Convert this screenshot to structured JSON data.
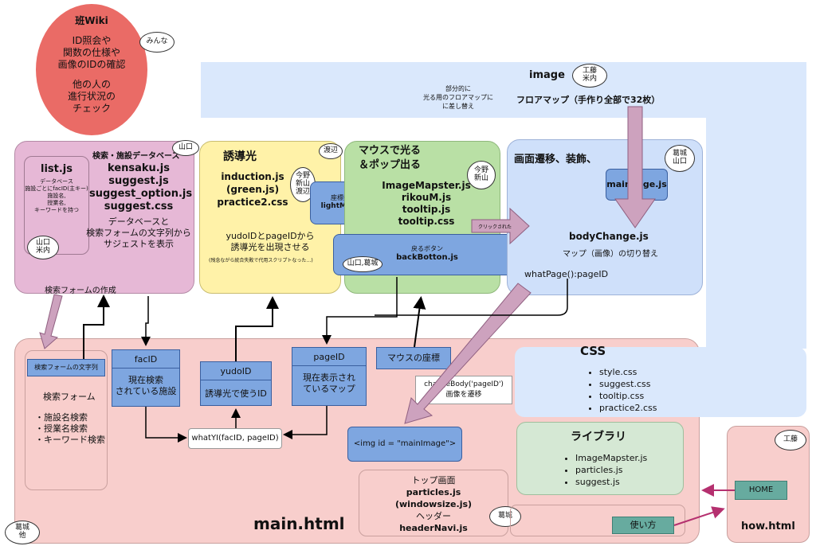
{
  "wiki": {
    "title": "班Wiki",
    "lines": [
      "ID照会や",
      "関数の仕様や",
      "画像のIDの確認",
      "",
      "他の人の",
      "進行状況の",
      "チェック"
    ],
    "owner": "みんな"
  },
  "image": {
    "title": "image",
    "owner": [
      "工藤",
      "米内"
    ],
    "floormap": "フロアマップ（手作り全部で32枚）",
    "note": [
      "部分的に",
      "光る用のフロアマップに",
      "に差し替え"
    ]
  },
  "search": {
    "title": "検索・施設データベース",
    "owner": "山口",
    "files": [
      "kensaku.js",
      "suggest.js",
      "suggest_option.js",
      "suggest.css"
    ],
    "desc": [
      "データベースと",
      "検索フォームの文字列から",
      "サジェストを表示"
    ],
    "footer": "検索フォームの作成"
  },
  "listjs": {
    "title": "list.js",
    "desc": [
      "データベース",
      "施設ごとにfacID(主キー)",
      "施設名,",
      "授業名,",
      "キーワードを持つ"
    ],
    "owner": [
      "山口",
      "米内"
    ]
  },
  "induction": {
    "title": "誘導光",
    "owner": "渡辺",
    "files": [
      "induction.js",
      "(green.js)",
      "practice2.css"
    ],
    "desc": [
      "yudoIDとpageIDから",
      "誘導光を出現させる"
    ],
    "note": "(残念ながら統合失敗で代用スクリプトなった…)"
  },
  "lightmap": {
    "label": "座標指定",
    "file": "lightMap.js",
    "owner": [
      "今野",
      "新山",
      "渡辺"
    ]
  },
  "glow": {
    "title": [
      "マウスで光る",
      "＆ポップ出る"
    ],
    "owner": [
      "今野",
      "新山"
    ],
    "files": [
      "ImageMapster.js",
      "rikouM.js",
      "tooltip.js",
      "tooltip.css"
    ]
  },
  "back": {
    "label": "戻るボタン",
    "file": "backBotton.js",
    "owner": "山口,葛城"
  },
  "click": {
    "label": "クリックされた"
  },
  "transition": {
    "title": "画面遷移、装飾、",
    "owner": [
      "葛城",
      "山口"
    ],
    "mainpage": "mainPage.js",
    "file": "bodyChange.js",
    "desc": "マップ（画像）の切り替え",
    "func": "whatPage():pageID"
  },
  "main": {
    "title": "main.html",
    "owner": [
      "葛城",
      "他"
    ]
  },
  "form": {
    "box": "検索フォームの文字列",
    "title": "検索フォーム",
    "items": [
      "・施設名検索",
      "・授業名検索",
      "・キーワード検索"
    ]
  },
  "facid": {
    "title": "facID",
    "desc": [
      "現在検索",
      "されている施設"
    ]
  },
  "yudoid": {
    "title": "yudoID",
    "desc": "誘導光で使うID"
  },
  "pageid": {
    "title": "pageID",
    "desc": [
      "現在表示され",
      "ているマップ"
    ]
  },
  "mouse": {
    "label": "マウスの座標"
  },
  "whatyi": {
    "label": "whatYI(facID, pageID)"
  },
  "changebody": {
    "label": [
      "changeBody('pageID')",
      "画像を遷移"
    ]
  },
  "imgid": {
    "label": "<img id = \"mainImage\">"
  },
  "css": {
    "title": "CSS",
    "items": [
      "style.css",
      "suggest.css",
      "tooltip.css",
      "practice2.css"
    ]
  },
  "library": {
    "title": "ライブラリ",
    "items": [
      "ImageMapster.js",
      "particles.js",
      "suggest.js"
    ]
  },
  "top": {
    "lines": [
      "トップ画面",
      "particles.js",
      "(windowsize.js)",
      "ヘッダー",
      "headerNavi.js"
    ],
    "owner": "葛城"
  },
  "how": {
    "title": "how.html",
    "owner": "工藤",
    "home": "HOME",
    "usage": "使い方"
  },
  "colors": {
    "wiki": "#ea6b66",
    "search": "#e6b8d6",
    "induction": "#fff2a8",
    "glow": "#b9e0a5",
    "transition": "#cfe0fa",
    "main": "#f8cecc",
    "image": "#dae8fc",
    "blue": "#7ea6e0",
    "library": "#d5e8d4"
  }
}
